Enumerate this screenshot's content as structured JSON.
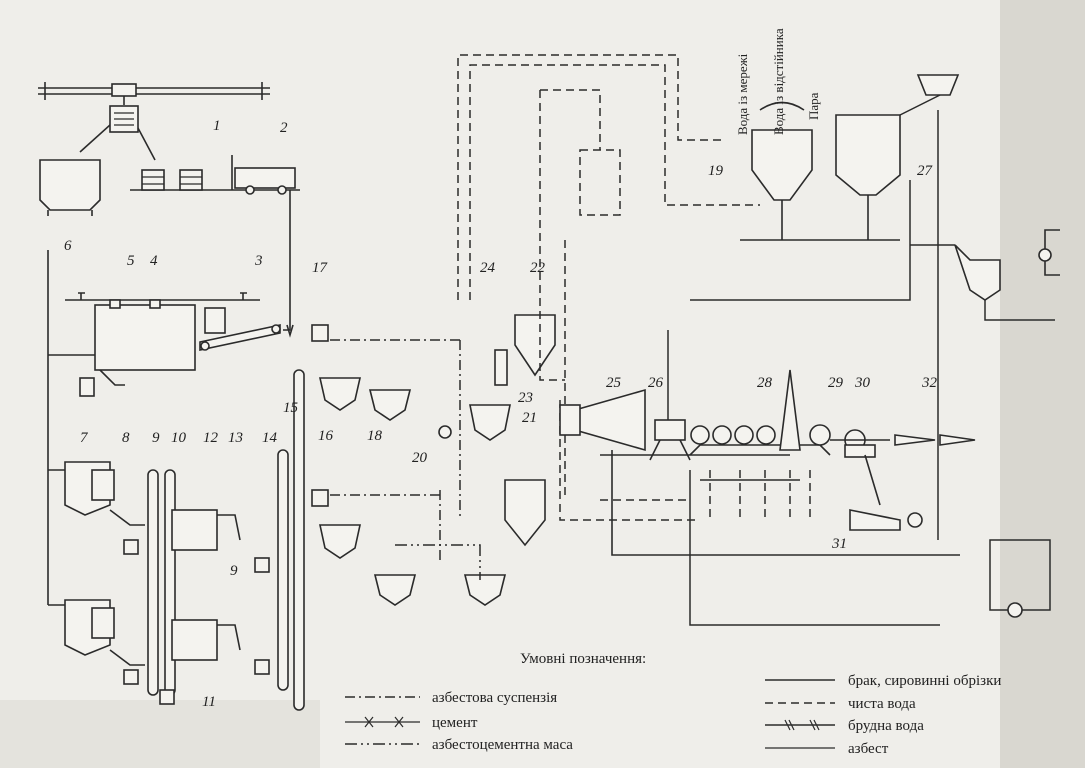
{
  "numbers": [
    "1",
    "2",
    "3",
    "4",
    "5",
    "6",
    "7",
    "8",
    "9",
    "10",
    "12",
    "13",
    "14",
    "15",
    "17",
    "16",
    "18",
    "20",
    "24",
    "22",
    "23",
    "21",
    "25",
    "26",
    "28",
    "29",
    "30",
    "32",
    "19",
    "27",
    "31",
    "11",
    "9"
  ],
  "sources": {
    "water_mains": "Вода із мережі",
    "water_settler": "Вода із відстійника",
    "steam": "Пара"
  },
  "legend": {
    "title": "Умовні позначення:",
    "items": [
      {
        "label": "азбестова суспензія",
        "style": "dash-dot"
      },
      {
        "label": "цемент",
        "style": "cross"
      },
      {
        "label": "азбестоцементна маса",
        "style": "dash-dot-dot"
      },
      {
        "label": "брак, сировинні обрізки",
        "style": "solid"
      },
      {
        "label": "чиста вода",
        "style": "dash"
      },
      {
        "label": "брудна вода",
        "style": "hash"
      },
      {
        "label": "азбест",
        "style": "thin"
      }
    ]
  }
}
